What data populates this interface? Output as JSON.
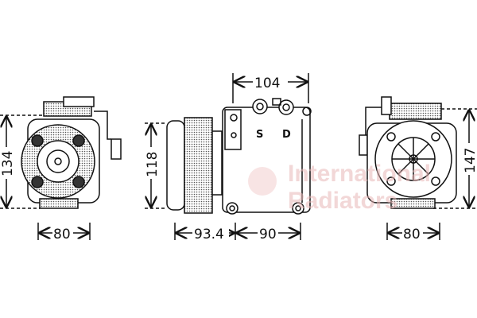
{
  "watermark": {
    "line1": "International",
    "line2": "Radiators"
  },
  "ports": {
    "suction": "S",
    "discharge": "D"
  },
  "dimensions": {
    "left_height": "134",
    "left_width": "80",
    "top_length": "104",
    "side_height": "118",
    "pulley_offset": "93.4",
    "body_length": "90",
    "right_height": "147",
    "right_width": "80"
  }
}
